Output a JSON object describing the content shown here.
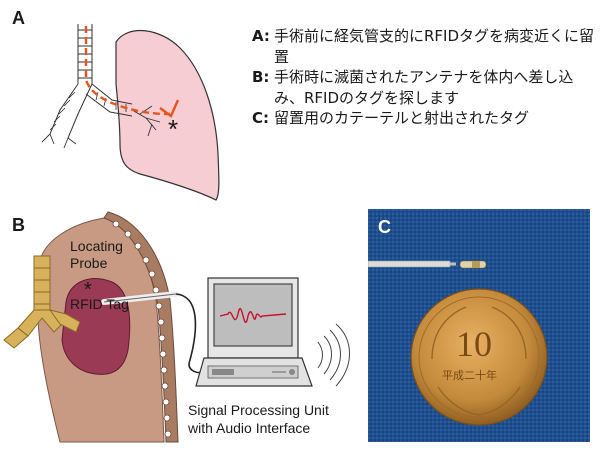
{
  "panel_a": {
    "letter": "A",
    "asterisk": "*",
    "legend": [
      {
        "key": "A:",
        "text": "手術前に経気管支的にRFIDタグを病変近くに留置"
      },
      {
        "key": "B:",
        "text": "手術時に滅菌されたアンテナを体内へ差し込み、RFIDのタグを探します"
      },
      {
        "key": "C:",
        "text": "留置用のカテーテルと射出されたタグ"
      }
    ]
  },
  "panel_b": {
    "letter": "B",
    "probe_label_1": "Locating",
    "probe_label_2": "Probe",
    "asterisk": "*",
    "tag_label": "RFID Tag",
    "unit_label_1": "Signal Processing Unit",
    "unit_label_2": "with Audio Interface"
  },
  "panel_c": {
    "letter": "C",
    "coin_value": "10",
    "coin_text": "平成二十年"
  },
  "colors": {
    "lung_fill": "#f6cdd3",
    "catheter_path": "#e8541e",
    "chest_wall": "#c89a83",
    "lung_dark": "#9b3a55",
    "bronchus": "#d8b25a",
    "ribs": "#a87b63",
    "signal_wave": "#c8102e",
    "photo_bg": "#1f4f8e",
    "coin": "#c48a3b"
  }
}
